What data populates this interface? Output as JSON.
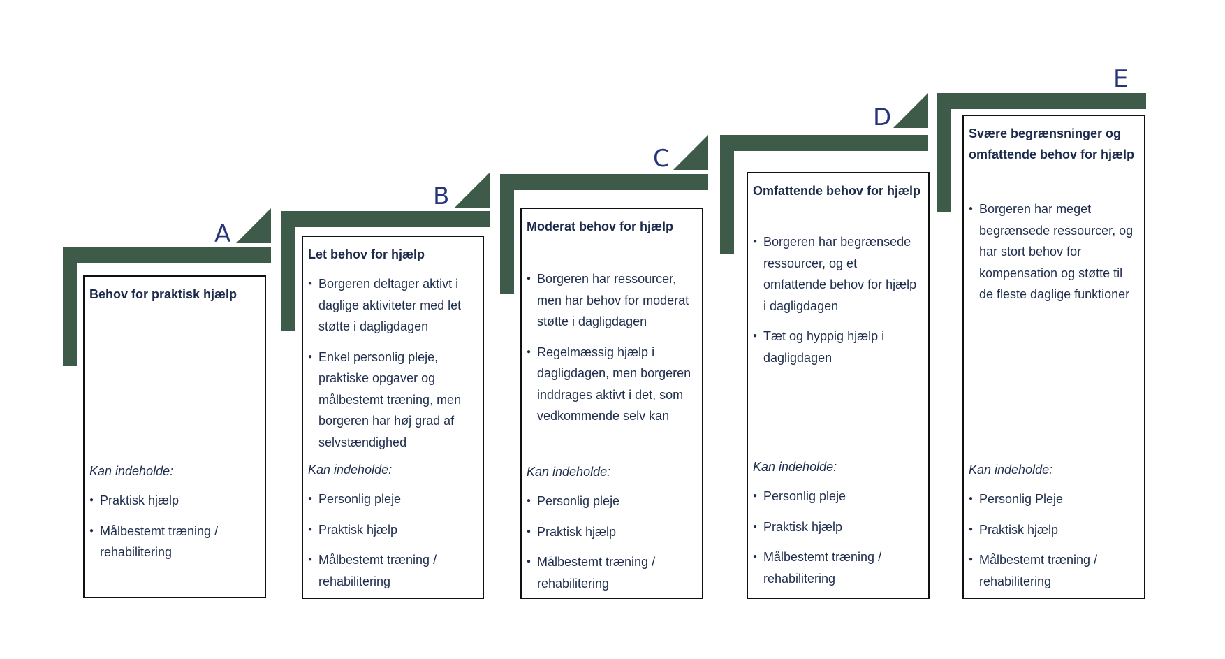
{
  "levels": [
    {
      "letter": "A",
      "title": "Behov for praktisk hjælp",
      "description": [],
      "kan_label": "Kan indeholde:",
      "kan_items": [
        "Praktisk hjælp",
        "Målbestemt træning / rehabilitering"
      ]
    },
    {
      "letter": "B",
      "title": "Let behov for hjælp",
      "description": [
        "Borgeren deltager aktivt i daglige aktiviteter med let støtte i dagligdagen",
        "Enkel personlig pleje, praktiske opgaver og målbestemt træning, men borgeren har høj grad af selvstændighed"
      ],
      "kan_label": "Kan indeholde:",
      "kan_items": [
        "Personlig pleje",
        "Praktisk hjælp",
        "Målbestemt træning / rehabilitering"
      ]
    },
    {
      "letter": "C",
      "title": "Moderat behov for hjælp",
      "description": [
        "Borgeren har ressourcer, men har behov for moderat støtte i dagligdagen",
        "Regelmæssig hjælp i dagligdagen, men borgeren inddrages aktivt i det, som vedkommende selv kan"
      ],
      "kan_label": "Kan indeholde:",
      "kan_items": [
        "Personlig pleje",
        "Praktisk hjælp",
        "Målbestemt træning / rehabilitering"
      ]
    },
    {
      "letter": "D",
      "title": "Omfattende behov for hjælp",
      "description": [
        "Borgeren har begrænsede ressourcer, og et omfattende behov for hjælp i dagligdagen",
        "Tæt og hyppig hjælp i dagligdagen"
      ],
      "kan_label": "Kan indeholde:",
      "kan_items": [
        "Personlig pleje",
        "Praktisk hjælp",
        "Målbestemt træning / rehabilitering"
      ]
    },
    {
      "letter": "E",
      "title": "Svære begrænsninger og omfattende behov for hjælp",
      "description": [
        "Borgeren har meget begrænsede ressourcer, og har stort behov for kompensation og støtte til de fleste daglige funktioner"
      ],
      "kan_label": "Kan indeholde:",
      "kan_items": [
        "Personlig Pleje",
        "Praktisk hjælp",
        "Målbestemt træning / rehabilitering"
      ]
    }
  ],
  "colors": {
    "step": "#3e5a48",
    "letter": "#26357a",
    "text": "#1f2d4d"
  }
}
